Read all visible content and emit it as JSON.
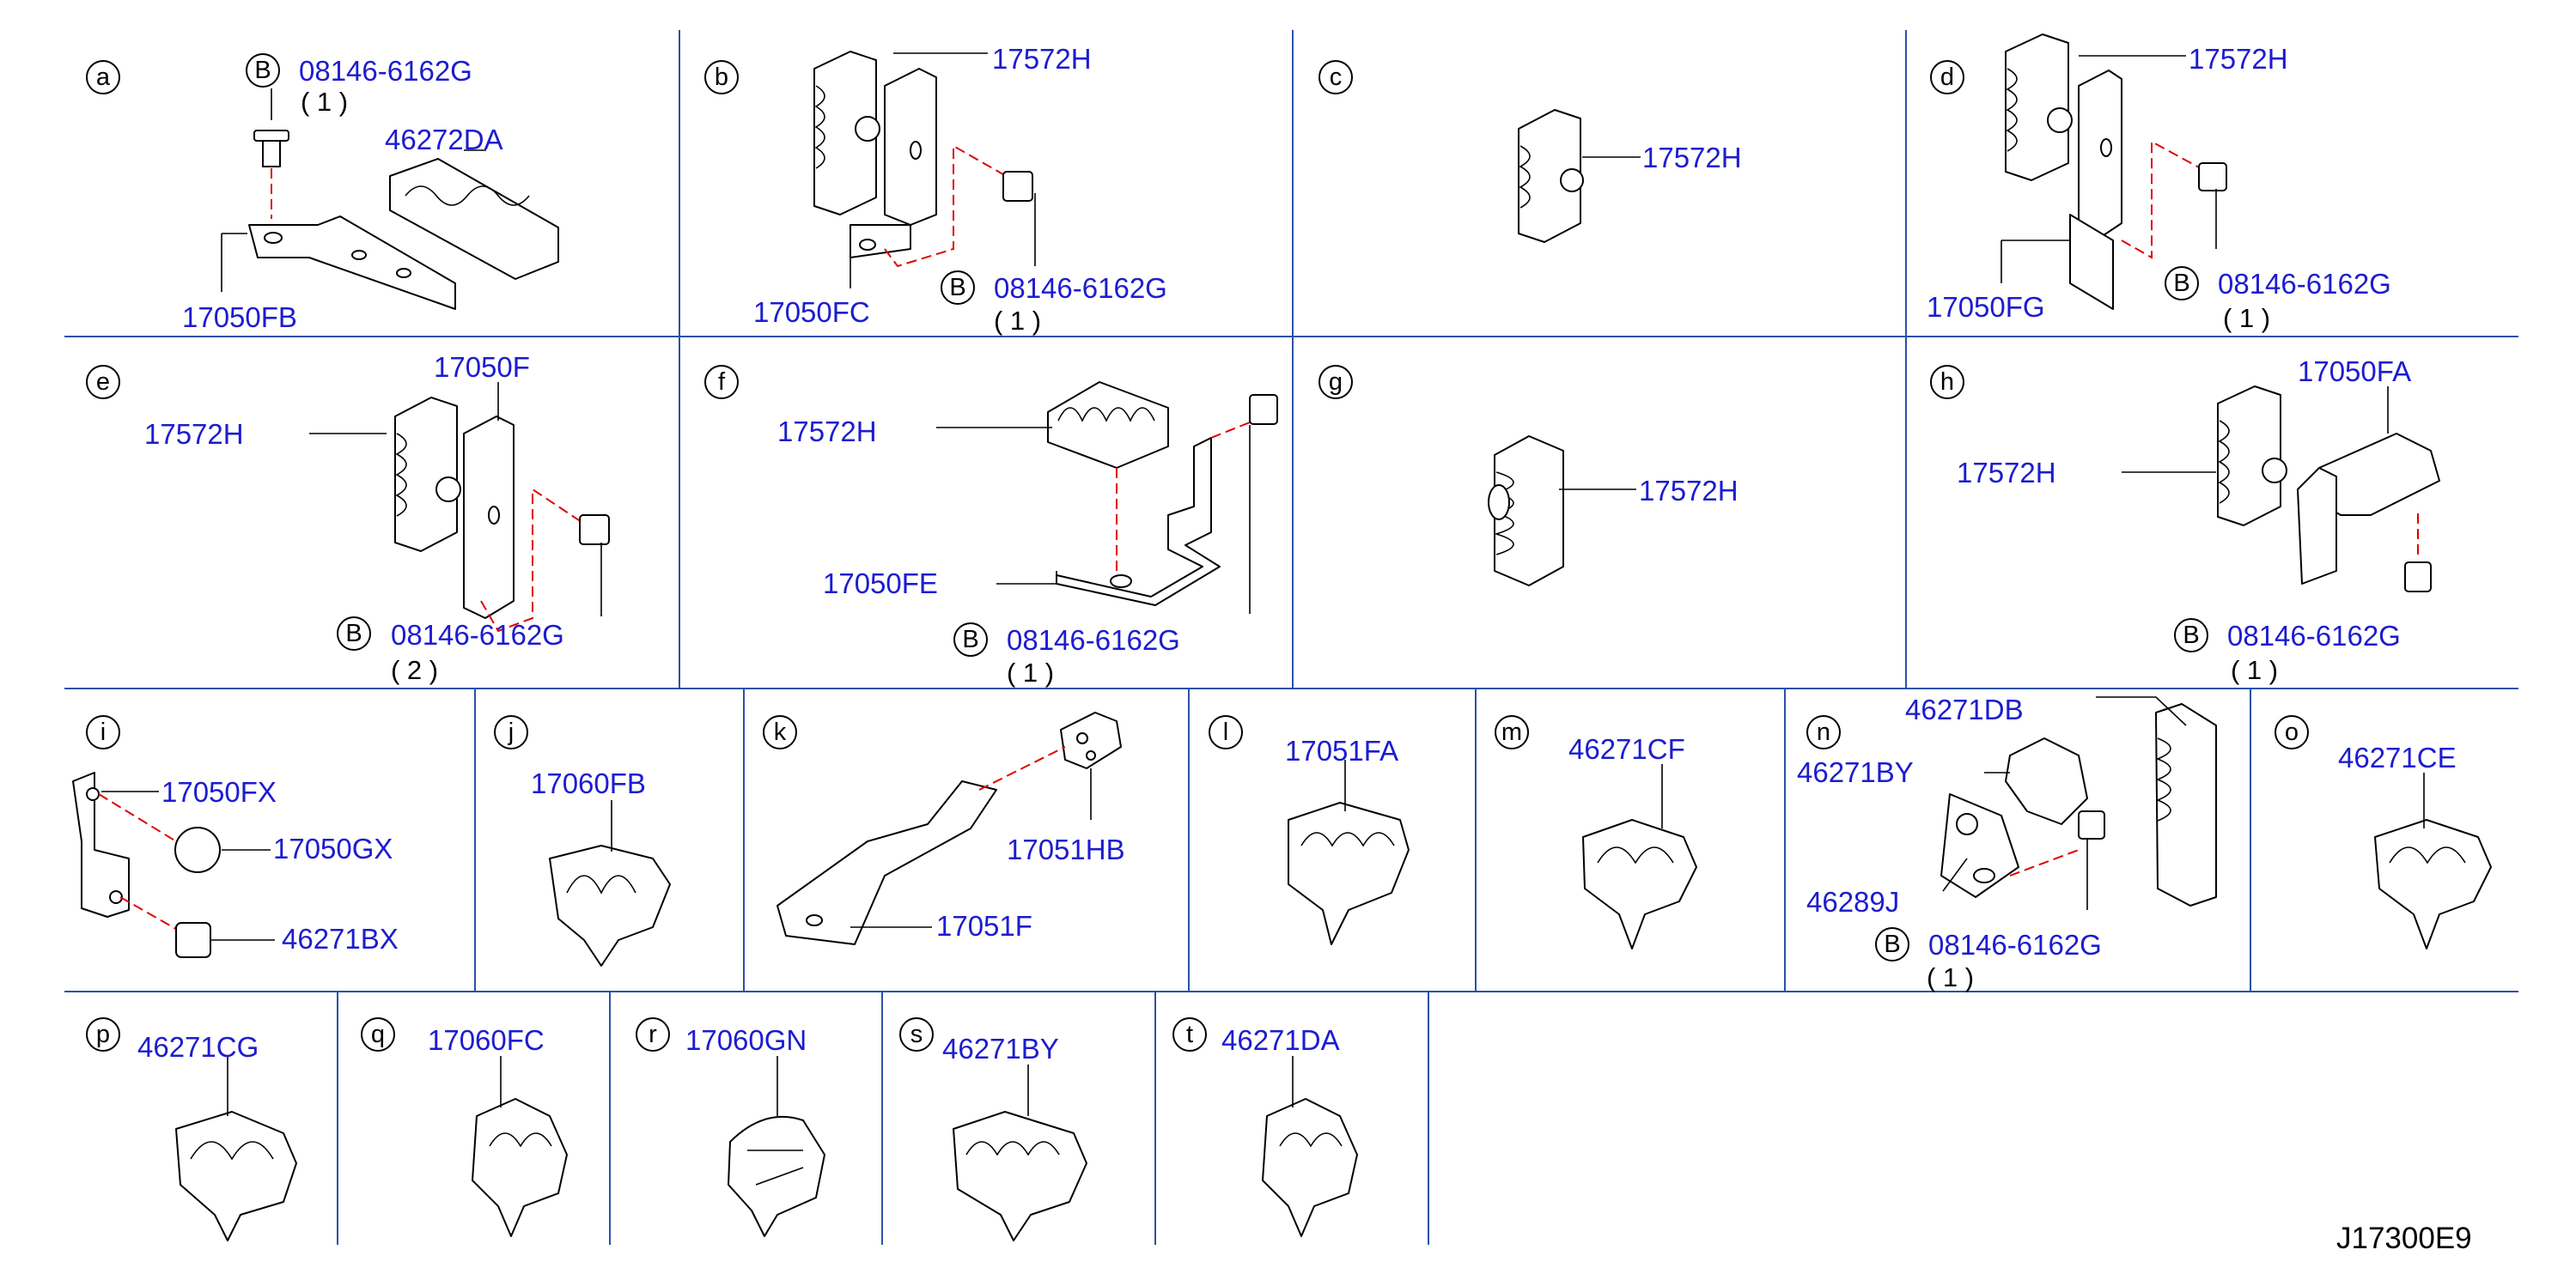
{
  "diagram": {
    "code": "J17300E9",
    "bolt_mark": "B",
    "panels": [
      {
        "letter": "a",
        "labels": [
          "08146-6162G",
          "46272DA",
          "17050FB"
        ],
        "qty": "( 1 )"
      },
      {
        "letter": "b",
        "labels": [
          "17572H",
          "17050FC",
          "08146-6162G"
        ],
        "qty": "( 1 )"
      },
      {
        "letter": "c",
        "labels": [
          "17572H"
        ]
      },
      {
        "letter": "d",
        "labels": [
          "17572H",
          "17050FG",
          "08146-6162G"
        ],
        "qty": "( 1 )"
      },
      {
        "letter": "e",
        "labels": [
          "17050F",
          "17572H",
          "08146-6162G"
        ],
        "qty": "( 2 )"
      },
      {
        "letter": "f",
        "labels": [
          "17572H",
          "17050FE",
          "08146-6162G"
        ],
        "qty": "( 1 )"
      },
      {
        "letter": "g",
        "labels": [
          "17572H"
        ]
      },
      {
        "letter": "h",
        "labels": [
          "17050FA",
          "17572H",
          "08146-6162G"
        ],
        "qty": "( 1 )"
      },
      {
        "letter": "i",
        "labels": [
          "17050FX",
          "17050GX",
          "46271BX"
        ]
      },
      {
        "letter": "j",
        "labels": [
          "17060FB"
        ]
      },
      {
        "letter": "k",
        "labels": [
          "17051HB",
          "17051F"
        ]
      },
      {
        "letter": "l",
        "labels": [
          "17051FA"
        ]
      },
      {
        "letter": "m",
        "labels": [
          "46271CF"
        ]
      },
      {
        "letter": "n",
        "labels": [
          "46271DB",
          "46271BY",
          "46289J",
          "08146-6162G"
        ],
        "qty": "( 1 )"
      },
      {
        "letter": "o",
        "labels": [
          "46271CE"
        ]
      },
      {
        "letter": "p",
        "labels": [
          "46271CG"
        ]
      },
      {
        "letter": "q",
        "labels": [
          "17060FC"
        ]
      },
      {
        "letter": "r",
        "labels": [
          "17060GN"
        ]
      },
      {
        "letter": "s",
        "labels": [
          "46271BY"
        ]
      },
      {
        "letter": "t",
        "labels": [
          "46271DA"
        ]
      }
    ]
  }
}
